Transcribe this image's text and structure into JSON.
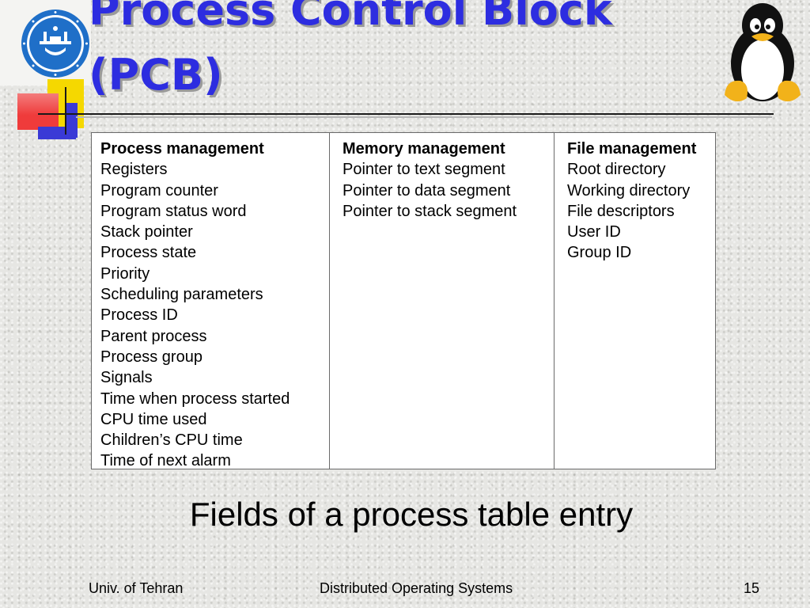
{
  "slide": {
    "title_line1": "Process Control Block",
    "title_line2": "(PCB)",
    "caption": "Fields of a process table entry"
  },
  "table": {
    "columns": [
      {
        "header": "Process management",
        "items": [
          "Registers",
          "Program counter",
          "Program status word",
          "Stack pointer",
          "Process state",
          "Priority",
          "Scheduling parameters",
          "Process ID",
          "Parent process",
          "Process group",
          "Signals",
          "Time when process started",
          "CPU time used",
          "Children’s CPU time",
          "Time of next alarm"
        ]
      },
      {
        "header": "Memory management",
        "items": [
          "Pointer to text segment",
          "Pointer to data segment",
          "Pointer to stack segment"
        ]
      },
      {
        "header": "File management",
        "items": [
          "Root directory",
          "Working directory",
          "File descriptors",
          "User ID",
          "Group ID"
        ]
      }
    ]
  },
  "footer": {
    "left": "Univ. of Tehran",
    "center": "Distributed Operating Systems",
    "right": "15"
  },
  "colors": {
    "title": "#2d2de0",
    "accent_red": "#ef3b3b",
    "accent_yellow": "#f5d800",
    "accent_blue": "#3a3ad6"
  },
  "icons": {
    "logo": "university-of-tehran-seal-icon",
    "mascot": "tux-penguin-icon"
  }
}
